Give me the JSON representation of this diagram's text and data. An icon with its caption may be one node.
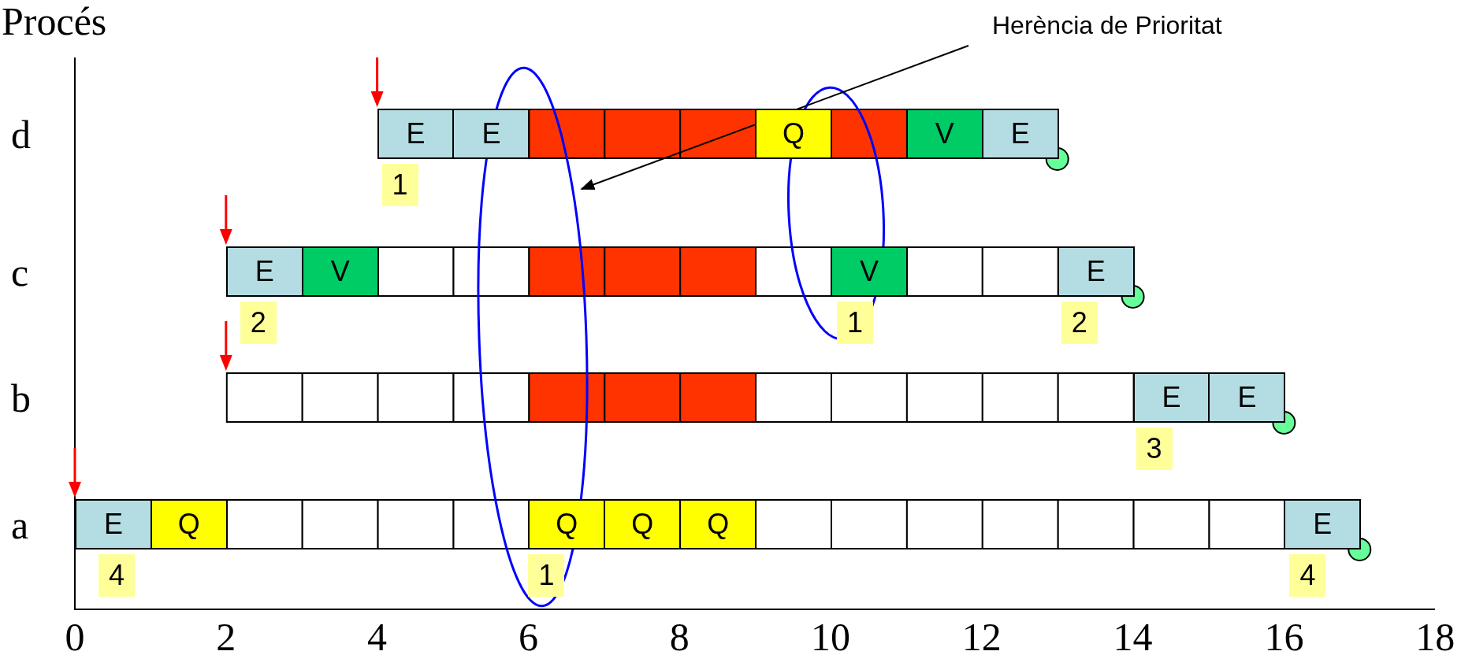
{
  "diagram": {
    "nodes": [
      {
        "text": [
          "Herència de Prioritat"
        ]
      },
      {
        "text": [],
        "shape": "ellipse"
      }
    ],
    "edges": [
      {
        "from": 0,
        "to": 1,
        "arrow": "to"
      }
    ],
    "labels": [
      "Procés",
      "d",
      "E",
      "E",
      "Q",
      "V",
      "E",
      "1",
      "c",
      "E",
      "V",
      "V",
      "E",
      "2",
      "1",
      "2",
      "b",
      "E",
      "E",
      "3",
      "a",
      "E",
      "Q",
      "Q",
      "Q",
      "Q",
      "E",
      "4",
      "1",
      "4",
      "0",
      "2",
      "4",
      "6",
      "8",
      "10",
      "12",
      "14",
      "16",
      "18"
    ]
  }
}
